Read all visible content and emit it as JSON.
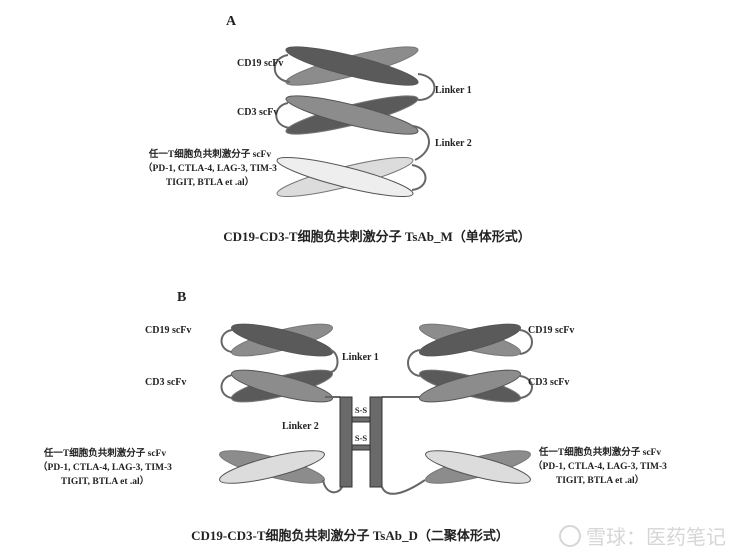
{
  "panel_a": {
    "label": "A",
    "cd19": "CD19  scFv",
    "cd3": "CD3  scFv",
    "linker1": "Linker 1",
    "linker2": "Linker 2",
    "cosig_line1": "任一T细胞负共刺激分子 scFv",
    "cosig_line2": "（PD-1, CTLA-4, LAG-3, TIM-3",
    "cosig_line3": "TIGIT, BTLA et .al）",
    "caption": "CD19-CD3-T细胞负共刺激分子 TsAb_M（单体形式）"
  },
  "panel_b": {
    "label": "B",
    "cd19_left": "CD19  scFv",
    "cd19_right": "CD19  scFv",
    "cd3_left": "CD3  scFv",
    "cd3_right": "CD3  scFv",
    "linker1": "Linker 1",
    "linker2": "Linker 2",
    "ss1": "S-S",
    "ss2": "S-S",
    "cosig_line1": "任一T细胞负共刺激分子 scFv",
    "cosig_line2": "（PD-1, CTLA-4, LAG-3, TIM-3",
    "cosig_line3": "TIGIT, BTLA et .al）",
    "caption": "CD19-CD3-T细胞负共刺激分子 TsAb_D（二聚体形式）"
  },
  "watermark": "雪球：医药笔记",
  "colors": {
    "dark": "#5a5a5a",
    "mid": "#8c8c8c",
    "light": "#dcdcdc",
    "linker": "#666666"
  }
}
